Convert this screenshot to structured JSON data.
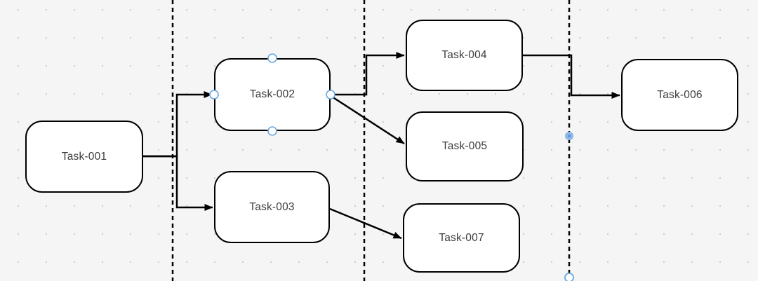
{
  "diagram": {
    "type": "flowchart-task-dependency",
    "nodes": [
      {
        "id": "task-001",
        "label": "Task-001"
      },
      {
        "id": "task-002",
        "label": "Task-002",
        "selected": true
      },
      {
        "id": "task-003",
        "label": "Task-003"
      },
      {
        "id": "task-004",
        "label": "Task-004"
      },
      {
        "id": "task-005",
        "label": "Task-005"
      },
      {
        "id": "task-006",
        "label": "Task-006"
      },
      {
        "id": "task-007",
        "label": "Task-007"
      }
    ],
    "edges": [
      {
        "from": "task-001",
        "to": "task-002"
      },
      {
        "from": "task-001",
        "to": "task-003"
      },
      {
        "from": "task-002",
        "to": "task-004"
      },
      {
        "from": "task-002",
        "to": "task-005"
      },
      {
        "from": "task-003",
        "to": "task-007"
      },
      {
        "from": "task-004",
        "to": "task-006"
      }
    ],
    "separators": [
      {
        "id": "lane-separator-1",
        "style": "dashed-vertical"
      },
      {
        "id": "lane-separator-2",
        "style": "dashed-vertical"
      },
      {
        "id": "lane-separator-3",
        "style": "dashed-vertical",
        "selected": true
      }
    ],
    "colors": {
      "background": "#f5f5f6",
      "grid_dot": "#cfcfd4",
      "node_fill": "#ffffff",
      "node_border": "#000000",
      "node_text": "#3c3c3c",
      "edge": "#000000",
      "handle_fill": "#8ab9e8",
      "handle_stroke": "#68a8e0"
    }
  }
}
